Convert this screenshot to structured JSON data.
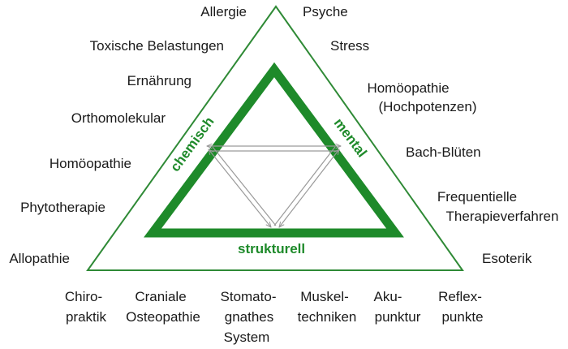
{
  "colors": {
    "green": "#1e8a2a",
    "outline": "#2f8a36",
    "arrow": "#9a9a9a"
  },
  "center_labels": {
    "left": "chemisch",
    "right": "mental",
    "bottom": "strukturell"
  },
  "left_labels": [
    "Allergie",
    "Toxische Belastungen",
    "Ernährung",
    "Orthomolekular",
    "Homöopathie",
    "Phytotherapie",
    "Allopathie"
  ],
  "right_labels": [
    "Psyche",
    "Stress",
    "Homöopathie",
    "(Hochpotenzen)",
    "Bach-Blüten",
    "Frequentielle",
    "Therapieverfahren",
    "Esoterik"
  ],
  "bottom_labels": [
    "Chiro-",
    "praktik",
    "Craniale",
    "Osteopathie",
    "Stomato-",
    "gnathes",
    "System",
    "Muskel-",
    "techniken",
    "Aku-",
    "punktur",
    "Reflex-",
    "punkte"
  ]
}
